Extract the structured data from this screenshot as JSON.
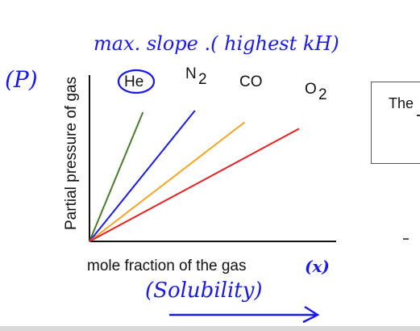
{
  "chart_data": {
    "type": "line",
    "title": "",
    "xlabel": "mole fraction of the gas",
    "ylabel": "Partial pressure of gas",
    "xlim": [
      0,
      1
    ],
    "ylim": [
      0,
      1
    ],
    "grid": false,
    "legend": "none",
    "series": [
      {
        "name": "He",
        "color": "#4a7a2a",
        "x": [
          0,
          0.255
        ],
        "y": [
          0,
          0.941
        ]
      },
      {
        "name": "N2",
        "color": "#1a1ae6",
        "x": [
          0,
          0.503
        ],
        "y": [
          0,
          0.953
        ]
      },
      {
        "name": "CO",
        "color": "#f5a623",
        "x": [
          0,
          0.74
        ],
        "y": [
          0,
          0.868
        ]
      },
      {
        "name": "O2",
        "color": "#e62020",
        "x": [
          0,
          1.0
        ],
        "y": [
          0,
          0.821
        ]
      }
    ]
  },
  "series_labels": {
    "he": "He",
    "n2_main": "N",
    "n2_sub": "2",
    "co": "CO",
    "o2_main": "O",
    "o2_sub": "2"
  },
  "annotations": {
    "slope_note": "max. slope .( highest kH)",
    "p_symbol": "(P)",
    "x_symbol": "(x)",
    "solubility": "(Solubility)",
    "ink_color": "#1a1ae6"
  },
  "cutoff_panel": {
    "text": "The"
  }
}
